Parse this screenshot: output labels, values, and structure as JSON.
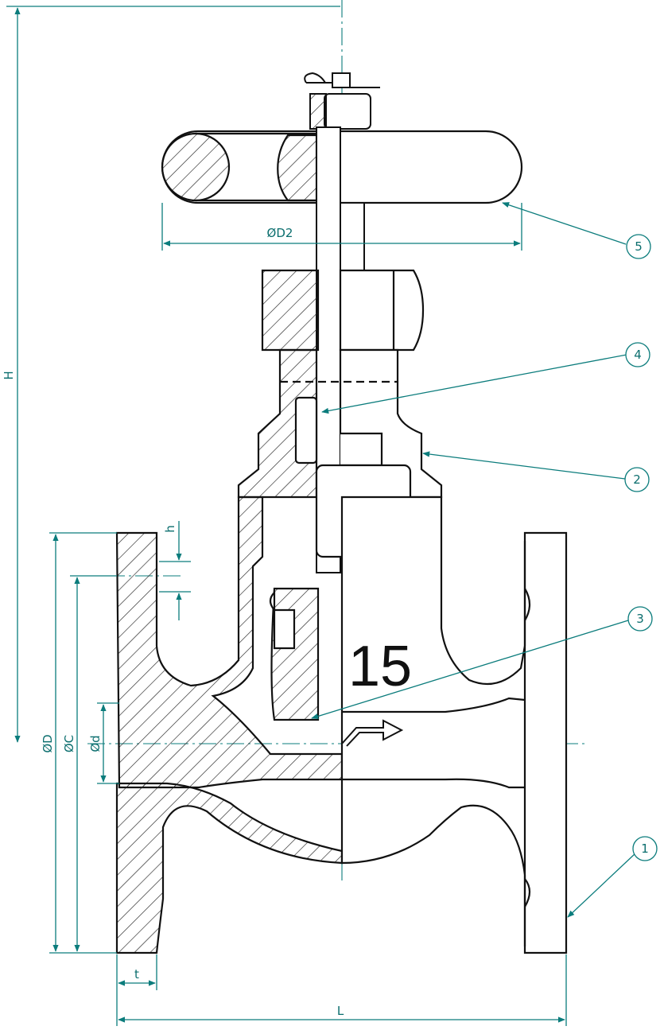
{
  "colors": {
    "outline": "#111111",
    "dimension": "#0b7c7c",
    "hatch": "#222222"
  },
  "dimensions": {
    "H": "H",
    "D2": "ØD2",
    "h": "h",
    "D": "ØD",
    "C": "ØC",
    "d": "Ød",
    "t": "t",
    "L": "L"
  },
  "callouts": [
    "1",
    "2",
    "3",
    "4",
    "5"
  ],
  "body_marking": "15"
}
